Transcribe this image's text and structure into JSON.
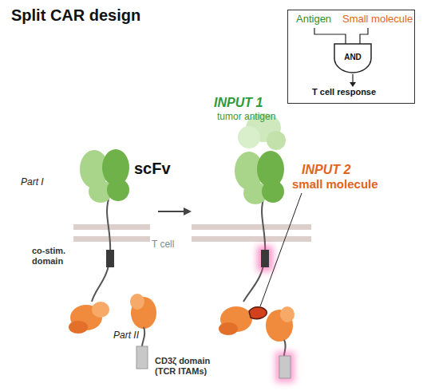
{
  "diagram": {
    "title": "Split CAR design",
    "nodes": [
      {
        "text": [
          "Antigen",
          "Small molecule",
          "T cell response"
        ]
      },
      {
        "text": [
          "AND"
        ],
        "in": 0
      }
    ],
    "labels": [
      "Part I",
      "scFv",
      "co-stim. domain",
      "T cell",
      "Part II",
      "CD3ζ domain (TCR ITAMs)",
      "INPUT 1",
      "tumor antigen",
      "INPUT 2",
      "small molecule"
    ]
  }
}
